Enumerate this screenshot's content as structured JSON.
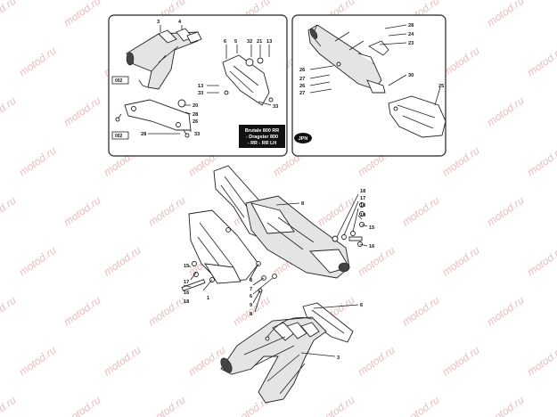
{
  "watermark_text": "motod.ru",
  "panel_left": {
    "tags": [
      "002",
      "002"
    ],
    "callouts": [
      "3",
      "4",
      "6",
      "5",
      "32",
      "21",
      "13",
      "13",
      "33",
      "20",
      "28",
      "26",
      "28",
      "33",
      "33"
    ],
    "note_lines": [
      "Brutale 800 RR",
      "- Dragster 800",
      "- RR - RR LH"
    ]
  },
  "panel_right": {
    "callouts": [
      "28",
      "24",
      "23",
      "26",
      "27",
      "26",
      "27",
      "30",
      "25"
    ],
    "badge": "JPN"
  },
  "main": {
    "callouts_right": [
      "8",
      "18",
      "17",
      "16",
      "19",
      "15",
      "16"
    ],
    "callouts_left": [
      "15",
      "17",
      "16",
      "18",
      "1"
    ],
    "callouts_center": [
      "8",
      "7",
      "6",
      "9",
      "8"
    ],
    "callouts_lower": [
      "6",
      "3"
    ]
  }
}
